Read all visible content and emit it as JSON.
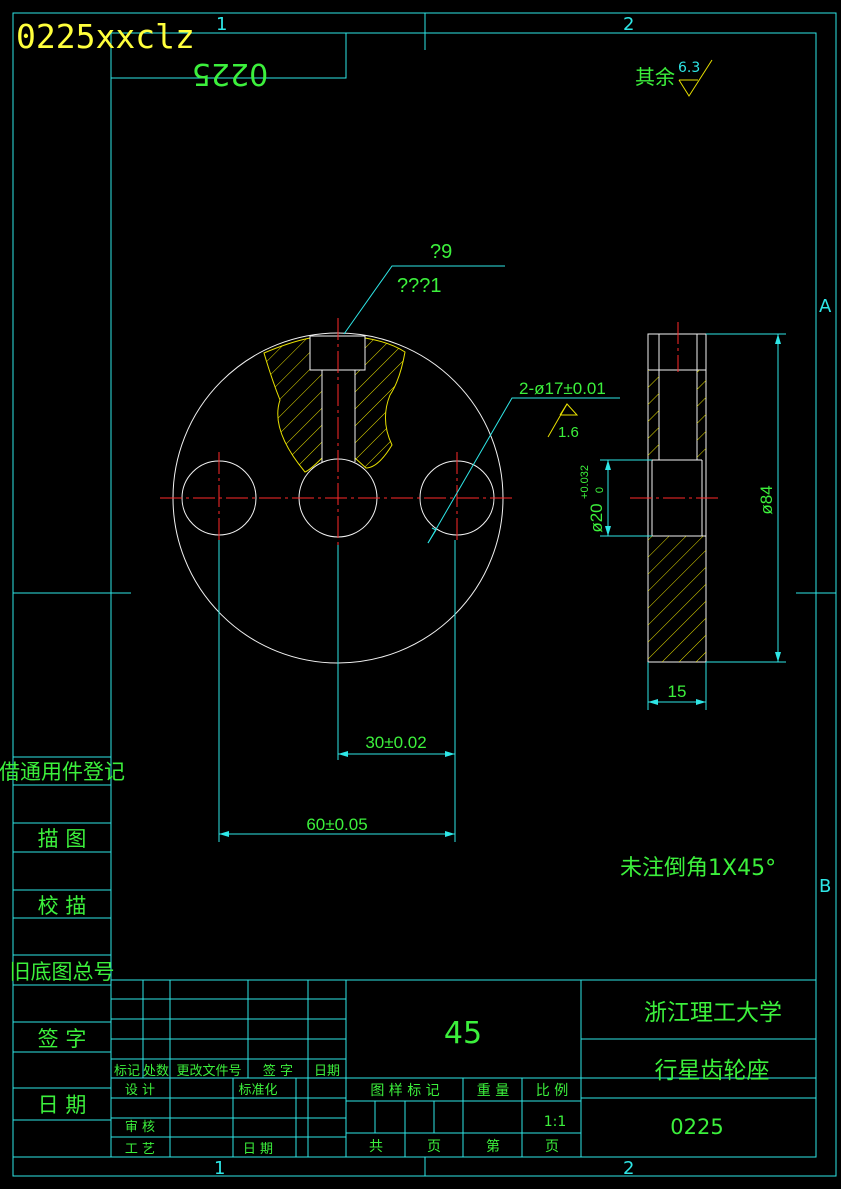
{
  "watermark": "0225xxclz",
  "drawing_code_rotated": "0225",
  "frame_zones": {
    "top_1": "1",
    "top_2": "2",
    "bottom_1": "1",
    "bottom_2": "2",
    "right_a": "A",
    "right_b": "B"
  },
  "surface_finish_general": {
    "prefix": "其余",
    "value": "6.3"
  },
  "callout_counterbore": {
    "line1": "?9",
    "line2": "???1"
  },
  "callout_holes": {
    "text": "2-ø17±0.01",
    "roughness": "1.6"
  },
  "dimensions": {
    "pitch": "30±0.02",
    "span": "60±0.05",
    "bore": "ø20",
    "bore_tol_upper": "+0.032",
    "bore_tol_lower": "0",
    "outer_diameter": "ø84",
    "thickness": "15"
  },
  "note_chamfer": "未注倒角1X45°",
  "left_panel": [
    "借通用件登记",
    "描 图",
    "校 描",
    "旧底图总号",
    "签 字",
    "日 期"
  ],
  "title_block": {
    "material": "45",
    "school": "浙江理工大学",
    "part_name": "行星齿轮座",
    "drawing_no": "0225",
    "rev_headers": [
      "标记",
      "处数",
      "更改文件号",
      "签 字",
      "日期"
    ],
    "design": "设 计",
    "standardize": "标准化",
    "review": "审 核",
    "process": "工 艺",
    "date": "日 期",
    "drawing_mark": "图 样 标 记",
    "weight": "重 量",
    "scale_label": "比 例",
    "scale_value": "1:1",
    "total": "共",
    "page": "页",
    "sheet": "第",
    "page2": "页"
  }
}
